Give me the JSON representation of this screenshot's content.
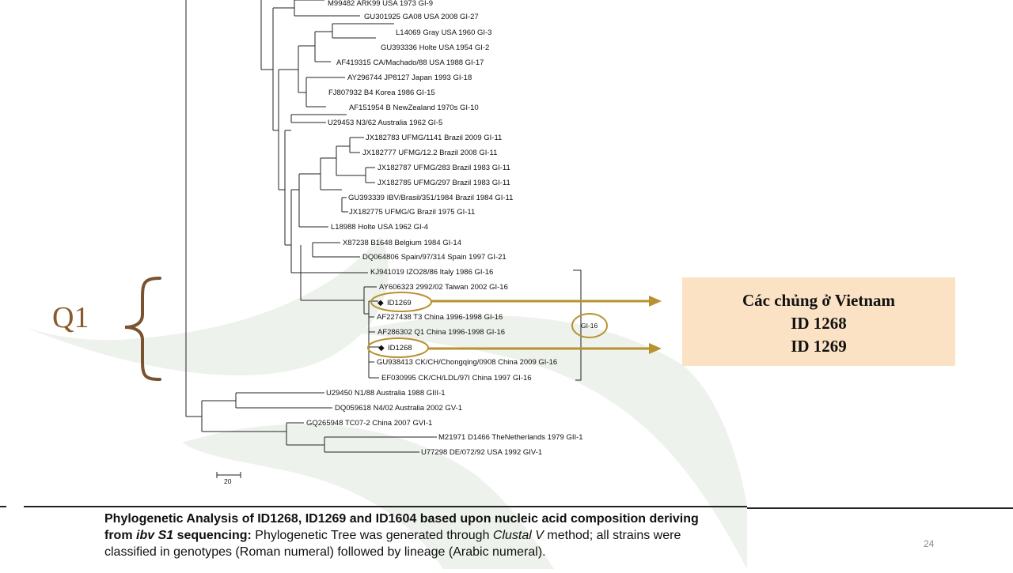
{
  "tree": {
    "top_leaves": [
      "M99482 ARK99 USA 1973 GI-9",
      "GU301925 GA08 USA 2008 GI-27",
      "L14069 Gray USA 1960 GI-3",
      "GU393336 Holte USA 1954 GI-2",
      "AF419315 CA/Machado/88 USA 1988 GI-17",
      "AY296744 JP8127 Japan 1993 GI-18",
      "FJ807932 B4 Korea 1986 GI-15",
      "AF151954 B NewZealand 1970s GI-10",
      "U29453 N3/62 Australia 1962 GI-5",
      "JX182783 UFMG/1141 Brazil 2009 GI-11",
      "JX182777 UFMG/12.2 Brazil 2008 GI-11",
      "JX182787 UFMG/283 Brazil 1983 GI-11",
      "JX182785 UFMG/297 Brazil 1983 GI-11",
      "GU393339 IBV/Brasil/351/1984 Brazil 1984 GI-11",
      "JX182775 UFMG/G Brazil 1975 GI-11",
      "L18988 Holte USA 1962 GI-4",
      "X87238 B1648 Belgium 1984 GI-14",
      "DQ064806 Spain/97/314 Spain 1997 GI-21",
      "KJ941019 IZO28/86 Italy 1986 GI-16"
    ],
    "gi16_leaves": [
      "AY606323 2992/02 Taiwan 2002 GI-16",
      "ID1269",
      "AF227438 T3 China 1996-1998 GI-16",
      "AF286302 Q1 China 1996-1998 GI-16",
      "ID1268",
      "GU938413 CK/CH/Chongqing/0908 China 2009 GI-16",
      "EF030995 CK/CH/LDL/97I China 1997 GI-16"
    ],
    "bottom_leaves": [
      "U29450 N1/88 Australia 1988 GIII-1",
      "DQ059618 N4/02 Australia 2002 GV-1",
      "GQ265948 TC07-2 China 2007 GVI-1",
      "M21971 D1466 TheNetherlands 1979 GII-1",
      "U77298 DE/072/92 USA 1992 GIV-1"
    ],
    "clade_label": "GI-16",
    "scale_label": "20",
    "marker_symbol": "◆"
  },
  "q1_label": "Q1",
  "callout": {
    "line1": "Các chủng ở  Vietnam",
    "line2": "ID 1268",
    "line3": "ID 1269"
  },
  "caption": {
    "bold_a": "Phylogenetic Analysis of ID1268, ID1269 and ID1604 based upon nucleic acid composition deriving from ",
    "bold_italic": "ibv S1",
    "bold_b": " sequencing:",
    "text_a": " Phylogenetic Tree was generated through ",
    "italic": "Clustal V",
    "text_b": " method; all strains were classified in genotypes (Roman numeral) followed by lineage (Arabic numeral)."
  },
  "page_number": "24",
  "colors": {
    "accent": "#b8922f",
    "brace": "#7a5230",
    "q1": "#8a5a2b",
    "callout_bg": "#fbe2c4",
    "watermark": "#eef2ec"
  }
}
